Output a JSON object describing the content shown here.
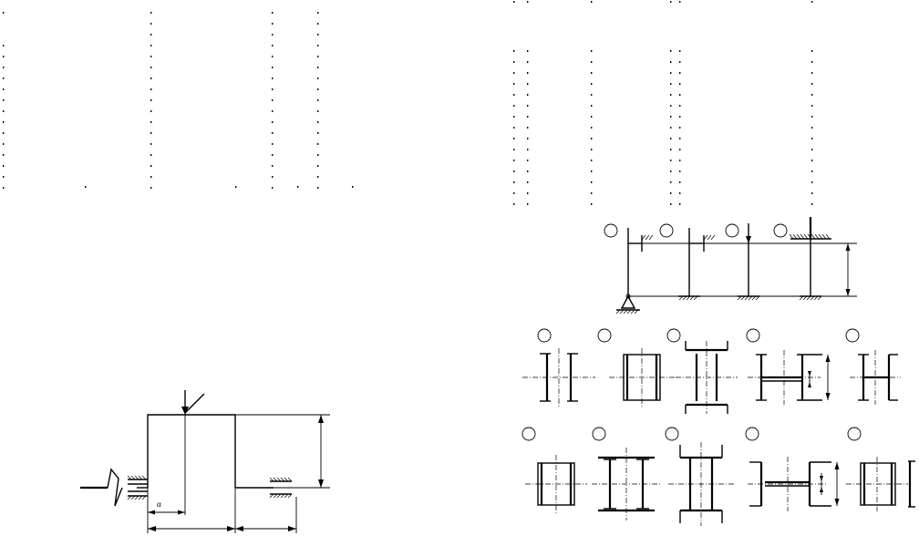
{
  "left_diagram": {
    "angle_label": "α"
  },
  "figure_groups": {
    "support_schemes_count": 4,
    "section_rows": 2,
    "sections_per_row": 5
  }
}
